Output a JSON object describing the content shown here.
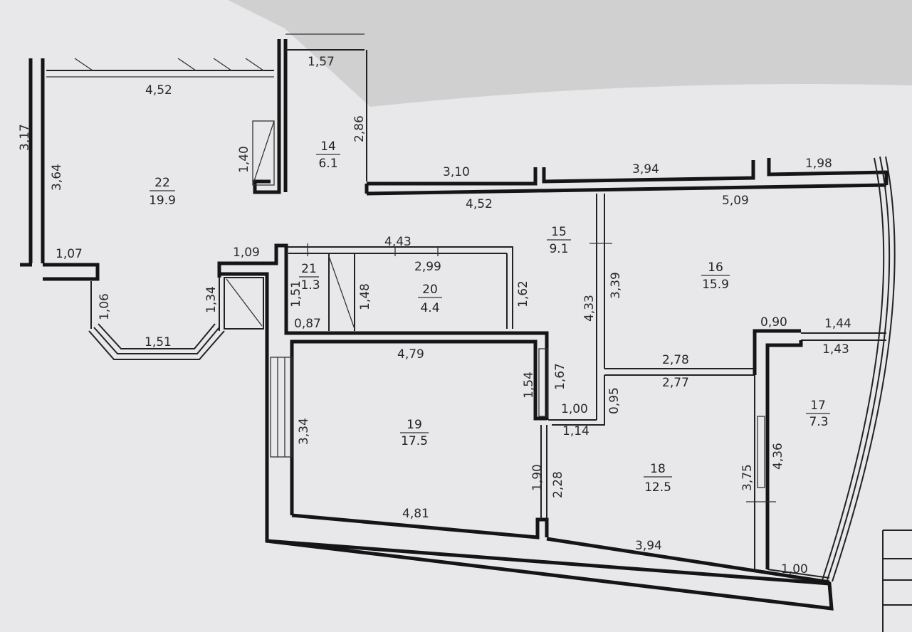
{
  "rooms": [
    {
      "number": "22",
      "area": "19.9"
    },
    {
      "number": "14",
      "area": "6.1"
    },
    {
      "number": "15",
      "area": "9.1"
    },
    {
      "number": "16",
      "area": "15.9"
    },
    {
      "number": "21",
      "area": "1.3"
    },
    {
      "number": "20",
      "area": "4.4"
    },
    {
      "number": "19",
      "area": "17.5"
    },
    {
      "number": "18",
      "area": "12.5"
    },
    {
      "number": "17",
      "area": "7.3"
    }
  ],
  "dimensions": [
    "4,52",
    "1,57",
    "2,86",
    "3,10",
    "3,94",
    "1,98",
    "4,52",
    "5,09",
    "3,64",
    "1,40",
    "3,17",
    "1,07",
    "1,09",
    "4,43",
    "2,99",
    "1,06",
    "1,34",
    "1,51",
    "1,51",
    "1,48",
    "1,62",
    "0,87",
    "4,33",
    "3,39",
    "0,90",
    "1,44",
    "1,43",
    "2,78",
    "2,77",
    "4,79",
    "1,54",
    "1,67",
    "0,95",
    "1,00",
    "1,14",
    "3,34",
    "1,90",
    "2,28",
    "3,75",
    "4,36",
    "4,81",
    "3,94",
    "1,00"
  ]
}
